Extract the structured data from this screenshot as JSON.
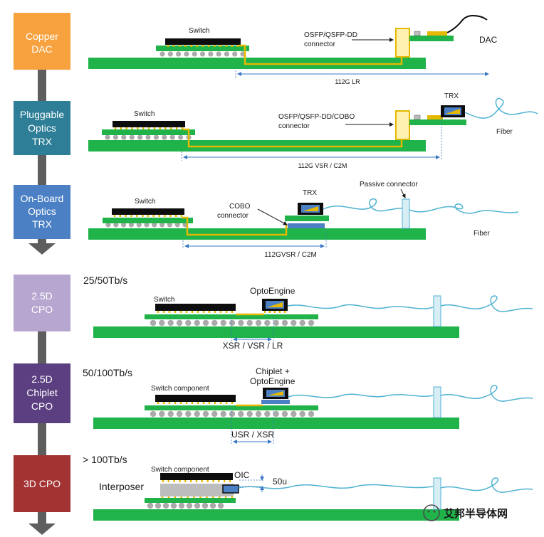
{
  "colors": {
    "board": "#1fb34a",
    "chip": "#0d0d0d",
    "bump": "#aaaaaa",
    "trace": "#e6b800",
    "fiber": "#4fb2d1",
    "dim": "#3a78c4",
    "stage_copper": "#f7a23f",
    "stage_pluggable": "#2d7e96",
    "stage_onboard": "#4b80c4",
    "stage_25d": "#b7a6cf",
    "stage_chiplet": "#5b3f80",
    "stage_3d": "#a33232",
    "arrow": "#5e5e5e"
  },
  "stages": [
    {
      "id": "copper",
      "lines": [
        "Copper",
        "DAC"
      ]
    },
    {
      "id": "pluggable",
      "lines": [
        "Pluggable",
        "Optics",
        "TRX"
      ]
    },
    {
      "id": "onboard",
      "lines": [
        "On-Board",
        "Optics",
        "TRX"
      ]
    },
    {
      "id": "cpo25",
      "lines": [
        "2.5D",
        "CPO"
      ]
    },
    {
      "id": "chiplet",
      "lines": [
        "2.5D",
        "Chiplet",
        "CPO"
      ]
    },
    {
      "id": "cpo3d",
      "lines": [
        "3D CPO"
      ]
    }
  ],
  "row1": {
    "switch": "Switch",
    "connector": [
      "OSFP/QSFP-DD",
      "connector"
    ],
    "cable": "DAC",
    "link": "112G LR"
  },
  "row2": {
    "switch": "Switch",
    "connector": [
      "OSFP/QSFP-DD/COBO",
      "connector"
    ],
    "module": "TRX",
    "fiber": "Fiber",
    "link": "112G VSR / C2M"
  },
  "row3": {
    "switch": "Switch",
    "connector": [
      "COBO",
      "connector"
    ],
    "module": "TRX",
    "passive": "Passive connector",
    "fiber": "Fiber",
    "link": "112GVSR / C2M"
  },
  "row4": {
    "bandwidth": "25/50Tb/s",
    "switch": "Switch",
    "engine": "OptoEngine",
    "link": "XSR / VSR / LR"
  },
  "row5": {
    "bandwidth": "50/100Tb/s",
    "switch": "Switch component",
    "engine": [
      "Chiplet +",
      "OptoEngine"
    ],
    "link": "USR / XSR"
  },
  "row6": {
    "bandwidth": "> 100Tb/s",
    "switch": "Switch component",
    "oic": "OIC",
    "gap": "50u",
    "interposer": "Interposer"
  },
  "watermark": "艾邦半导体网"
}
